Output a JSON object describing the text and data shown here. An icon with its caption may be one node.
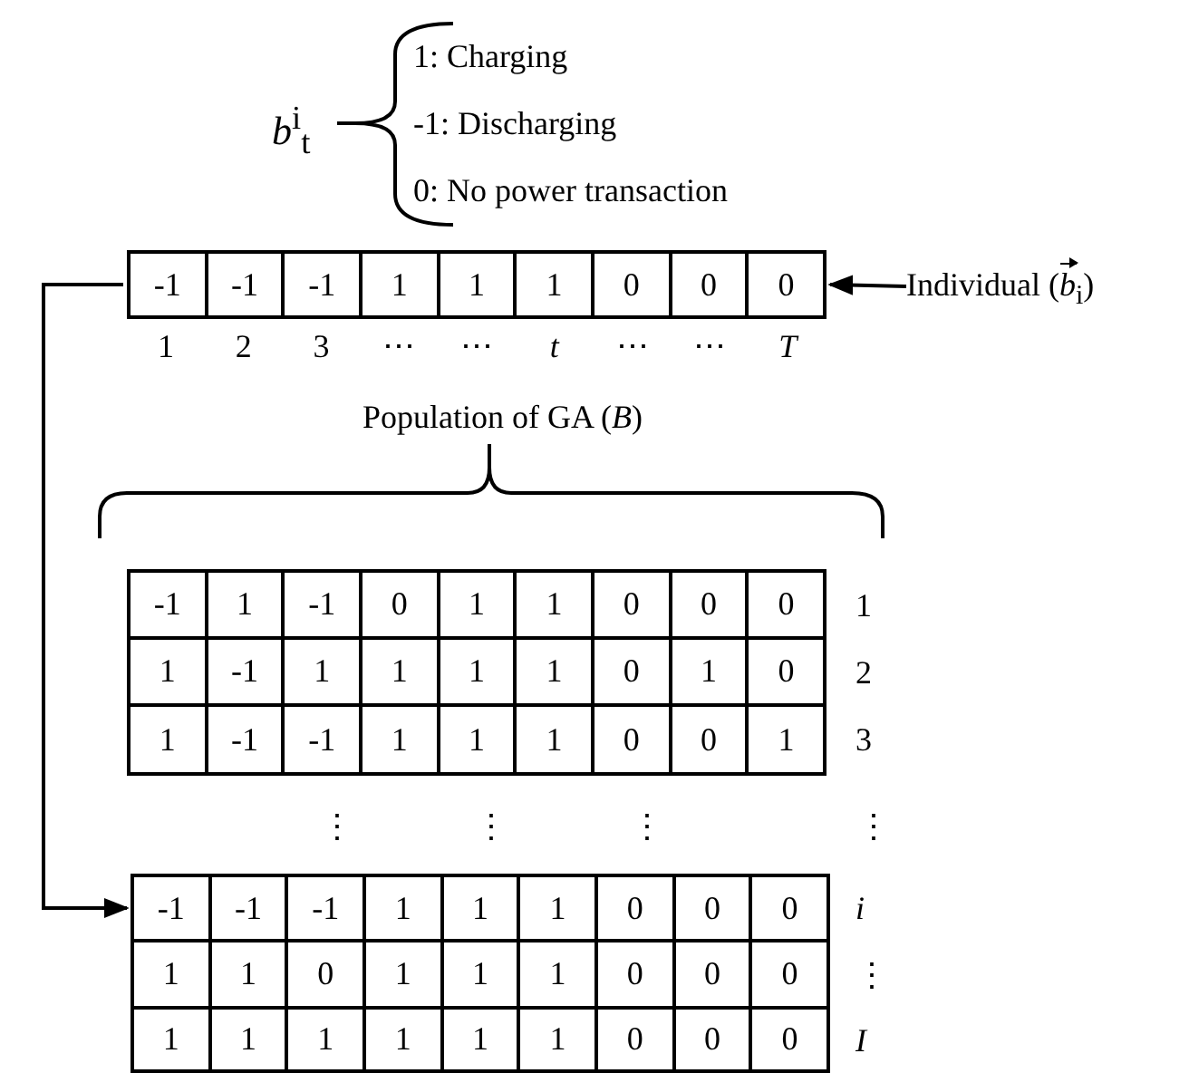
{
  "diagram": {
    "nodes": [
      {
        "text": [
          "*b*$^{i}$$_{t}$",
          "1: Charging",
          "-1: Discharging",
          "0: No power transaction"
        ]
      },
      {
        "text": [
          "-1",
          "-1",
          "-1",
          "1",
          "1",
          "1",
          "0",
          "0",
          "0"
        ],
        "beside": [
          "1",
          "2",
          "3",
          "⋯",
          "⋯",
          "*t*",
          "⋯",
          "⋯",
          "*T*"
        ]
      },
      {
        "text": [
          "Individual (*b*$_{i}$)"
        ]
      },
      {
        "text": [
          "Population of GA (*B*)"
        ]
      },
      {
        "text": [
          "-1",
          "1",
          "-1",
          "0",
          "1",
          "1",
          "0",
          "0",
          "0"
        ],
        "in": 3,
        "beside": [
          "1"
        ]
      },
      {
        "text": [
          "1",
          "-1",
          "1",
          "1",
          "1",
          "1",
          "0",
          "1",
          "0"
        ],
        "in": 3,
        "beside": [
          "2"
        ]
      },
      {
        "text": [
          "1",
          "-1",
          "-1",
          "1",
          "1",
          "1",
          "0",
          "0",
          "1"
        ],
        "in": 3,
        "beside": [
          "3"
        ]
      },
      {
        "text": [
          "-1",
          "-1",
          "-1",
          "1",
          "1",
          "1",
          "0",
          "0",
          "0"
        ],
        "in": 3,
        "beside": [
          "*i*"
        ]
      },
      {
        "text": [
          "1",
          "1",
          "0",
          "1",
          "1",
          "1",
          "0",
          "0",
          "0"
        ],
        "in": 3,
        "beside": [
          "⋮"
        ]
      },
      {
        "text": [
          "1",
          "1",
          "1",
          "1",
          "1",
          "1",
          "0",
          "0",
          "0"
        ],
        "in": 3,
        "beside": [
          "*I*"
        ]
      }
    ],
    "edges": [
      {
        "from": 2,
        "to": 1,
        "arrow": "to"
      },
      {
        "from": 1,
        "to": 7,
        "arrow": "to"
      }
    ],
    "labels": [
      "⋮",
      "⋮",
      "⋮",
      "⋮"
    ]
  }
}
